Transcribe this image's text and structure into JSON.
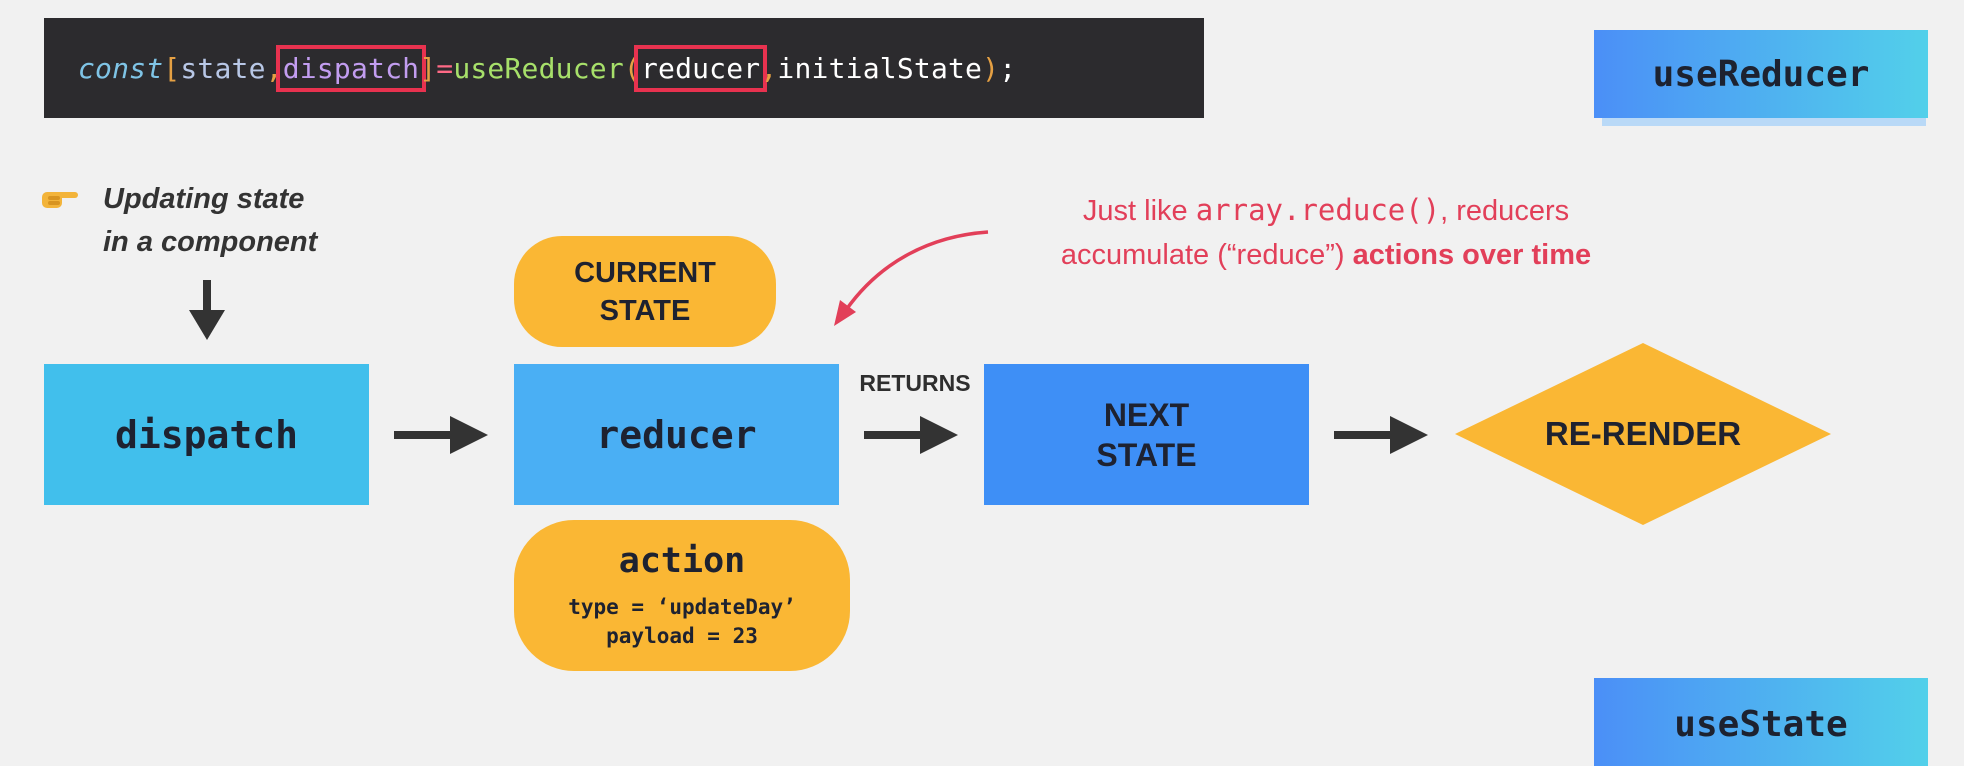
{
  "code": {
    "const_kw": "const",
    "open_bracket": "[",
    "state": "state",
    "comma1": ",",
    "dispatch": "dispatch",
    "close_bracket": "]",
    "equals": "=",
    "hook": "useReducer",
    "open_paren": "(",
    "reducer": "reducer",
    "comma2": ",",
    "initial": "initialState",
    "close_paren": ")",
    "semicolon": ";"
  },
  "badges": {
    "top": "useReducer",
    "bottom": "useState"
  },
  "intro": {
    "icon": "pointing-hand-icon",
    "line1": "Updating state",
    "line2": "in a component"
  },
  "nodes": {
    "dispatch": "dispatch",
    "current_state_line1": "CURRENT",
    "current_state_line2": "STATE",
    "reducer": "reducer",
    "returns": "RETURNS",
    "next_state_line1": "NEXT",
    "next_state_line2": "STATE",
    "rerender": "RE-RENDER",
    "action_title": "action",
    "action_type": "type = ‘updateDay’",
    "action_payload": "payload = 23"
  },
  "note": {
    "prefix": "Just like ",
    "code": "array.reduce()",
    "mid": ", reducers",
    "line2_start": "accumulate (“reduce”) ",
    "line2_bold": "actions over time"
  },
  "colors": {
    "background": "#f1f1f1",
    "code_bg": "#2c2b2e",
    "highlight": "#e8324f",
    "dispatch_box": "#41bfec",
    "reducer_box": "#4aaff4",
    "next_state_box": "#3e8ff6",
    "pill": "#fab734",
    "note_text": "#e23f59",
    "arrow": "#333333"
  }
}
